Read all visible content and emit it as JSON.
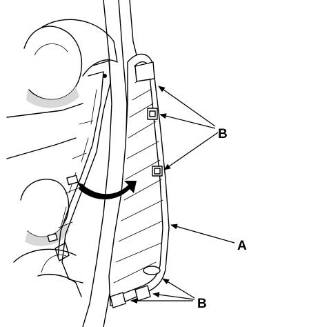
{
  "callouts": {
    "clips_upper": "B",
    "trim_panel": "A",
    "clips_lower": "B"
  },
  "icons": {
    "rotation_arrow": "curved-arrow-icon"
  }
}
